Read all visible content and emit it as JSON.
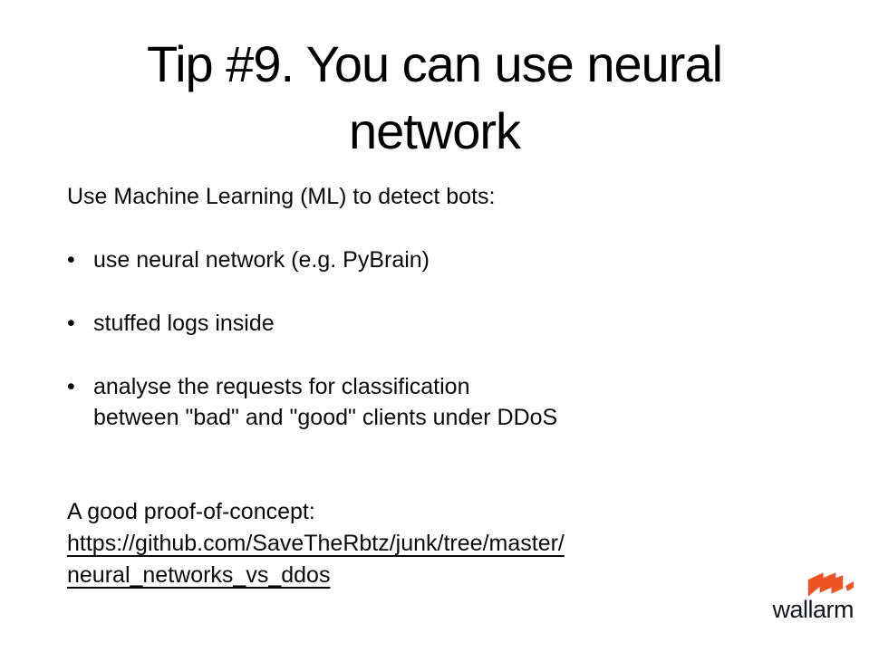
{
  "slide": {
    "title": "Tip #9. You can use neural network",
    "intro": "Use Machine Learning (ML) to detect bots:",
    "bullet_char": "•",
    "bullets": [
      {
        "lines": [
          "use neural network (e.g. PyBrain)"
        ]
      },
      {
        "lines": [
          "stuffed logs inside"
        ]
      },
      {
        "lines": [
          "analyse the requests for classification",
          "between \"bad\" and \"good\" clients under DDoS"
        ]
      }
    ],
    "poc_label": "A good proof-of-concept:",
    "link_lines": [
      "https://github.com/SaveTheRbtz/junk/tree/master/",
      "neural_networks_vs_ddos"
    ]
  },
  "logo": {
    "text": "wallarm",
    "icon": "wallarm-zigzag-icon",
    "accent_color": "#F05323",
    "text_color": "#15151F"
  },
  "colors": {
    "background": "#FFFFFF",
    "body_text": "#0A0A0A",
    "title_text": "#000000"
  }
}
